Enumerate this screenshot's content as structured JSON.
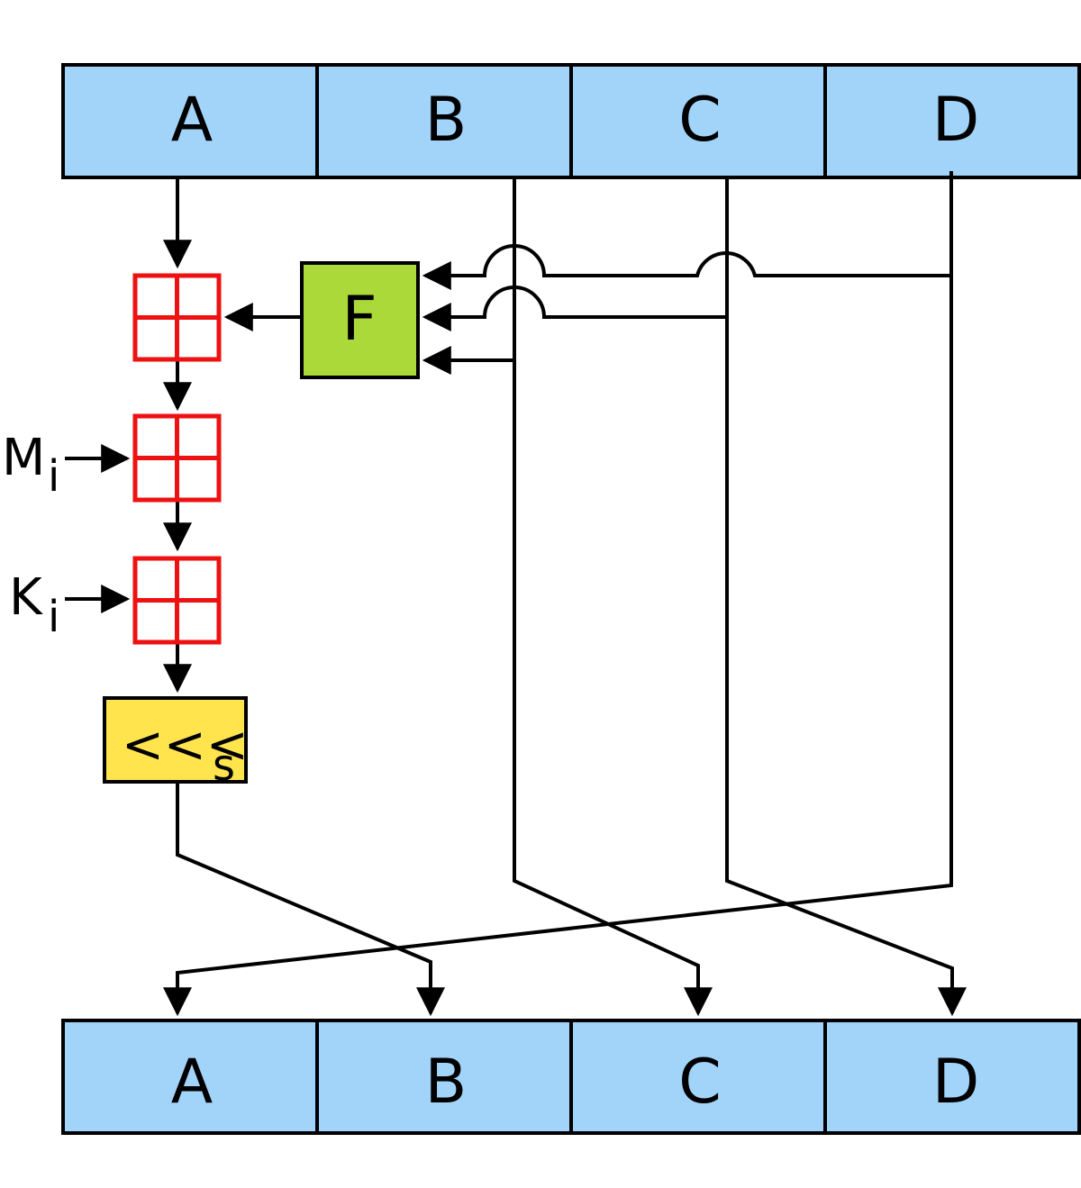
{
  "registers_top": [
    "A",
    "B",
    "C",
    "D"
  ],
  "registers_bottom": [
    "A",
    "B",
    "C",
    "D"
  ],
  "function_box": {
    "label": "F"
  },
  "inputs": {
    "message": "M",
    "message_sub": "i",
    "constant": "K",
    "constant_sub": "i"
  },
  "rotate_box": {
    "label": "<<<",
    "sub": "s"
  },
  "colors": {
    "register_fill": "#a2d4fa",
    "function_fill": "#acd93a",
    "rotate_fill": "#ffe44d",
    "adder_stroke": "#ee1111",
    "line": "#000000"
  }
}
